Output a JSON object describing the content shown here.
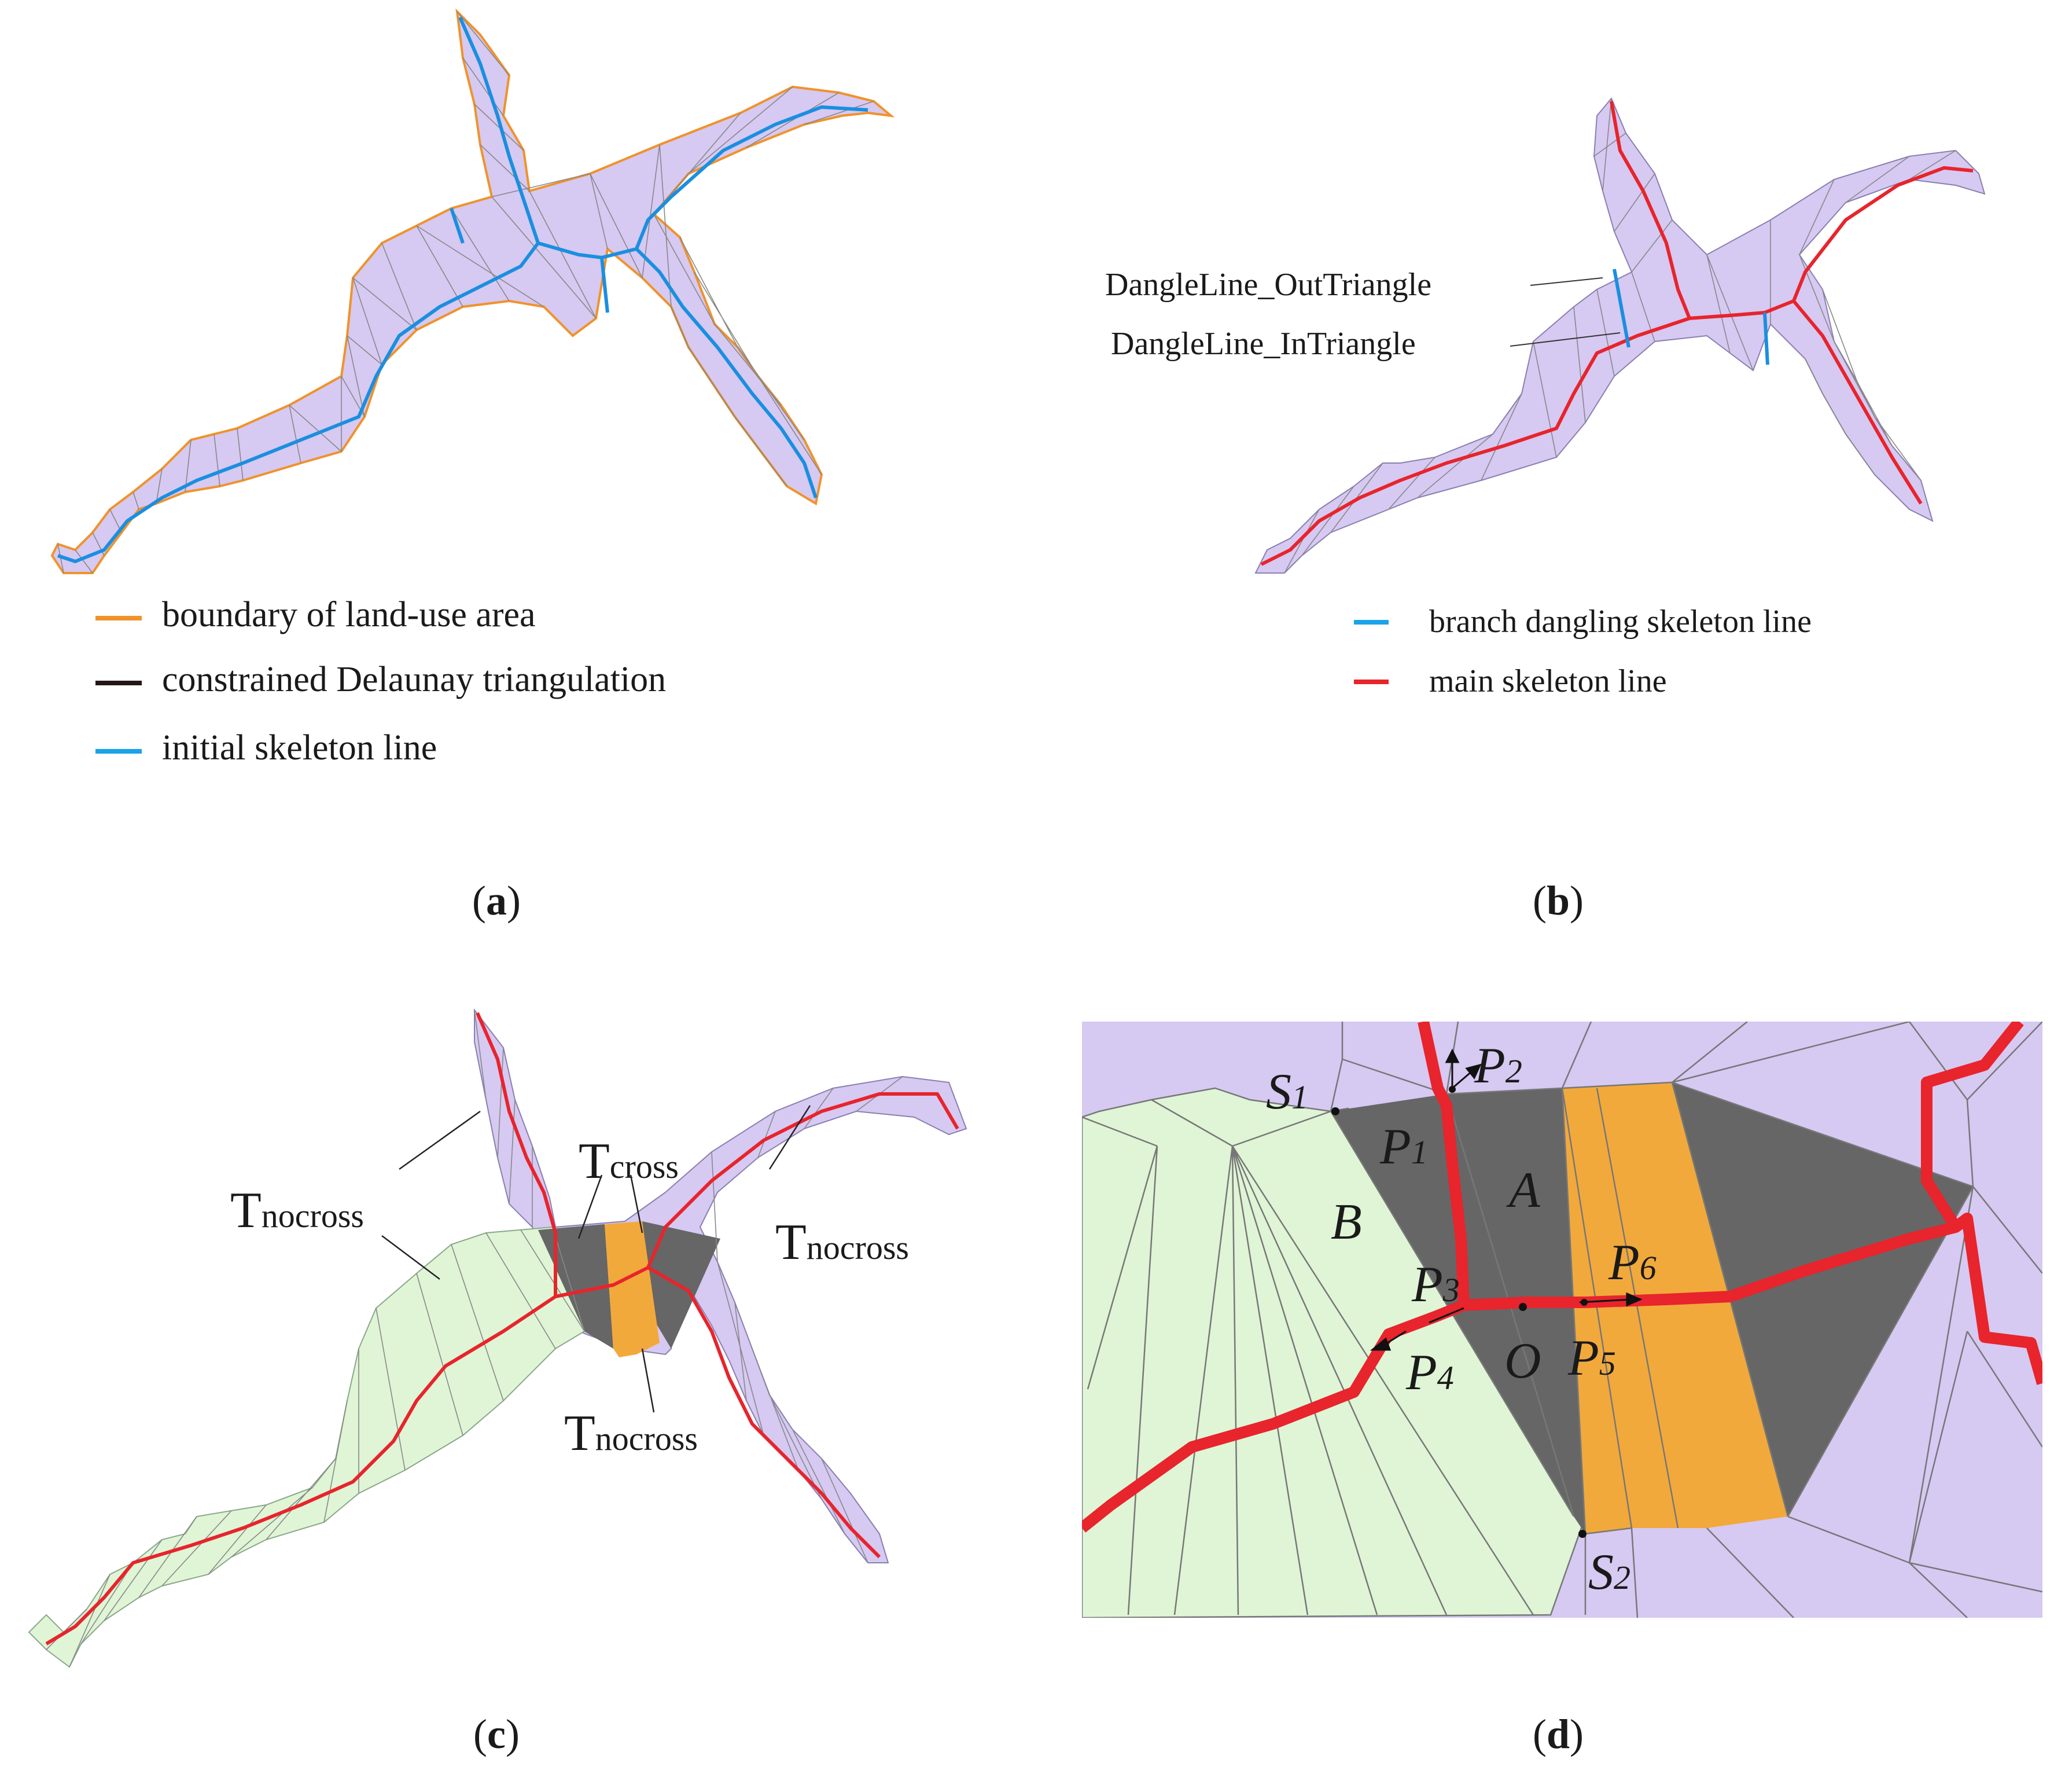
{
  "panels": {
    "a": {
      "caption": "a",
      "legend": [
        {
          "label": "boundary of land-use area",
          "color": "#f0922a"
        },
        {
          "label": "constrained Delaunay triangulation",
          "color": "#231815"
        },
        {
          "label": "initial skeleton line",
          "color": "#1aa3e8"
        }
      ]
    },
    "b": {
      "caption": "b",
      "callouts": [
        "DangleLine_OutTriangle",
        "DangleLine_InTriangle"
      ],
      "legend": [
        {
          "label": "branch dangling skeleton line",
          "color": "#1aa3e8"
        },
        {
          "label": "main skeleton line",
          "color": "#e8242c"
        }
      ]
    },
    "c": {
      "caption": "c",
      "labels": {
        "t_nocross_left": {
          "main": "T",
          "sub": "nocross"
        },
        "t_cross": {
          "main": "T",
          "sub": "cross"
        },
        "t_nocross_right": {
          "main": "T",
          "sub": "nocross"
        },
        "t_nocross_bottom": {
          "main": "T",
          "sub": "nocross"
        }
      }
    },
    "d": {
      "caption": "d",
      "points": {
        "s1": {
          "main": "S",
          "sub": "1"
        },
        "s2": {
          "main": "S",
          "sub": "2"
        },
        "p1": {
          "main": "P",
          "sub": "1"
        },
        "p2": {
          "main": "P",
          "sub": "2"
        },
        "p3": {
          "main": "P",
          "sub": "3"
        },
        "p4": {
          "main": "P",
          "sub": "4"
        },
        "p5": {
          "main": "P",
          "sub": "5"
        },
        "p6": {
          "main": "P",
          "sub": "6"
        },
        "o": "O",
        "a": "A",
        "b": "B"
      }
    }
  },
  "colors": {
    "purple_fill": "#d6c9f2",
    "green_fill": "#dff5d6",
    "orange_fill": "#f2a93b",
    "gray_fill": "#666666",
    "edge": "#7a7a7a",
    "red": "#e8242c",
    "blue": "#1a8fe0",
    "orange_line": "#f0922a"
  }
}
